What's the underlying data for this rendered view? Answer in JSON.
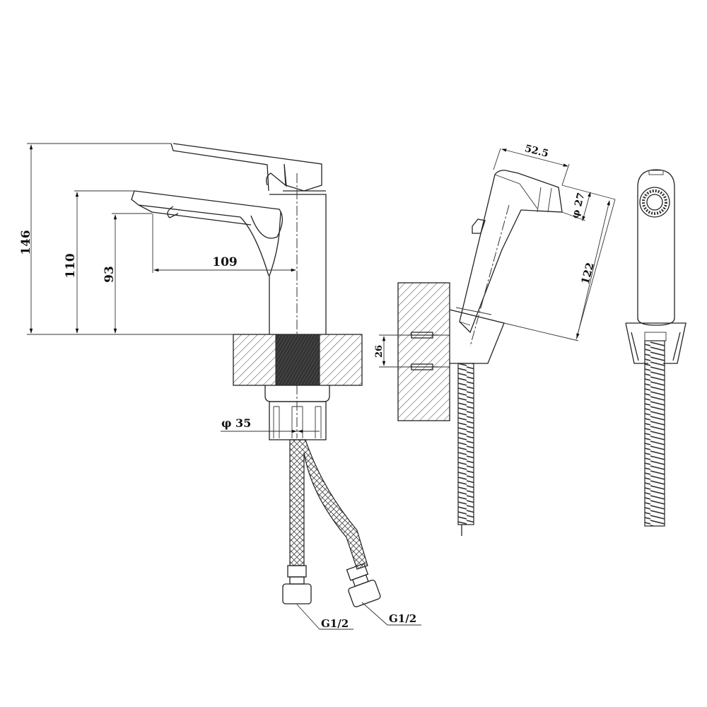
{
  "drawing": {
    "faucet": {
      "dimensions": {
        "total_height": "146",
        "spout_height": "110",
        "outlet_height": "93",
        "spout_reach": "109",
        "shank_diameter": "φ 35"
      },
      "connections": [
        "G1/2",
        "G1/2"
      ]
    },
    "bidet_sprayer": {
      "dimensions": {
        "head_length": "52.5",
        "head_diameter": "φ 27",
        "handle_length": "122",
        "mount_spacing": "26"
      }
    },
    "colors": {
      "line": "#222222",
      "background": "#ffffff"
    }
  }
}
